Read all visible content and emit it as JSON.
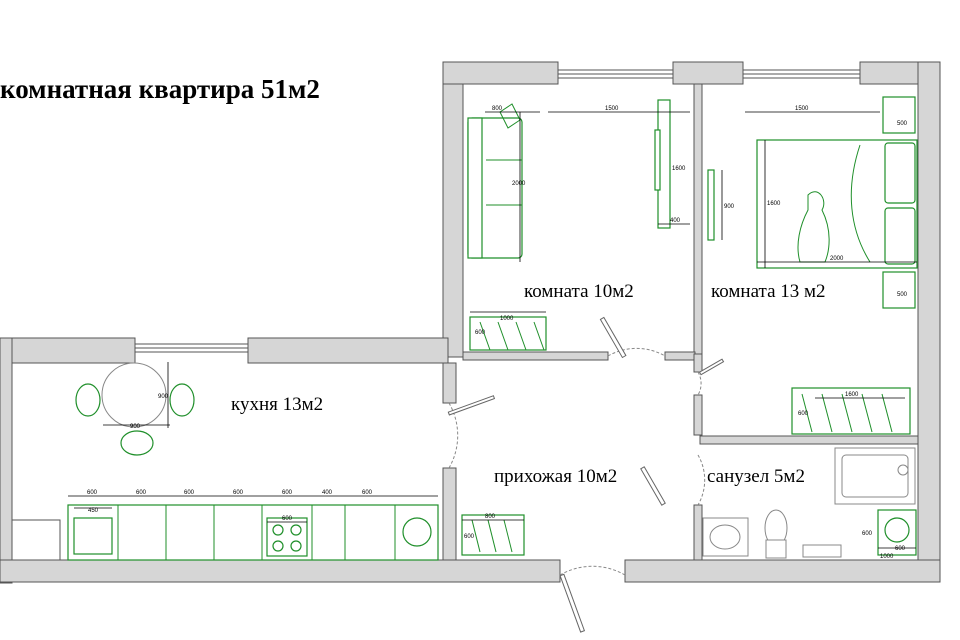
{
  "title": "комнатная квартира 51м2",
  "rooms": {
    "room1": "комната 10м2",
    "room2": "комната 13 м2",
    "kitchen": "кухня 13м2",
    "hall": "прихожая 10м2",
    "bathroom": "санузел 5м2"
  },
  "dimensions": {
    "r1_sofa_w": "800",
    "r1_sofa_len": "2000",
    "r1_window": "1500",
    "r1_shelf_h": "1600",
    "r1_shelf_d": "400",
    "r1_desk_w": "1000",
    "r1_desk_d": "600",
    "r2_window": "1500",
    "r2_bed_w": "1600",
    "r2_bed_len": "2000",
    "r2_tv": "900",
    "r2_night1": "500",
    "r2_night2": "500",
    "r2_wardrobe_w": "1600",
    "r2_wardrobe_d": "600",
    "k_table_w": "900",
    "k_table_h": "900",
    "k_cab1": "600",
    "k_cab2": "600",
    "k_cab3": "600",
    "k_cab4": "600",
    "k_cab5": "600",
    "k_cab6": "400",
    "k_cab7": "600",
    "k_sink": "450",
    "k_oven": "600",
    "h_wardrobe_w": "800",
    "h_wardrobe_d": "600",
    "b_wm": "600",
    "b_wm_d": "600",
    "b_bath": "1000"
  },
  "colors": {
    "furniture": "#1f8f2a",
    "walls": "#d6d6d6"
  }
}
